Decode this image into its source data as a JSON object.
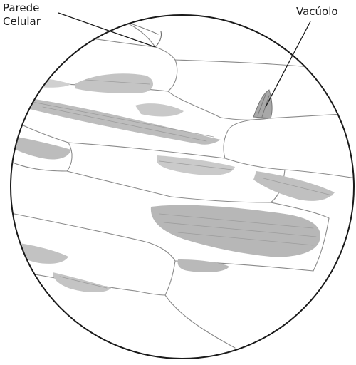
{
  "labels": {
    "cell_wall_line1": "Parede",
    "cell_wall_line2": "Celular",
    "vacuole": "Vacúolo"
  },
  "colors": {
    "outline": "#1a1a1a",
    "pencil": "#8a8a8a",
    "shade": "#b4b4b4"
  }
}
